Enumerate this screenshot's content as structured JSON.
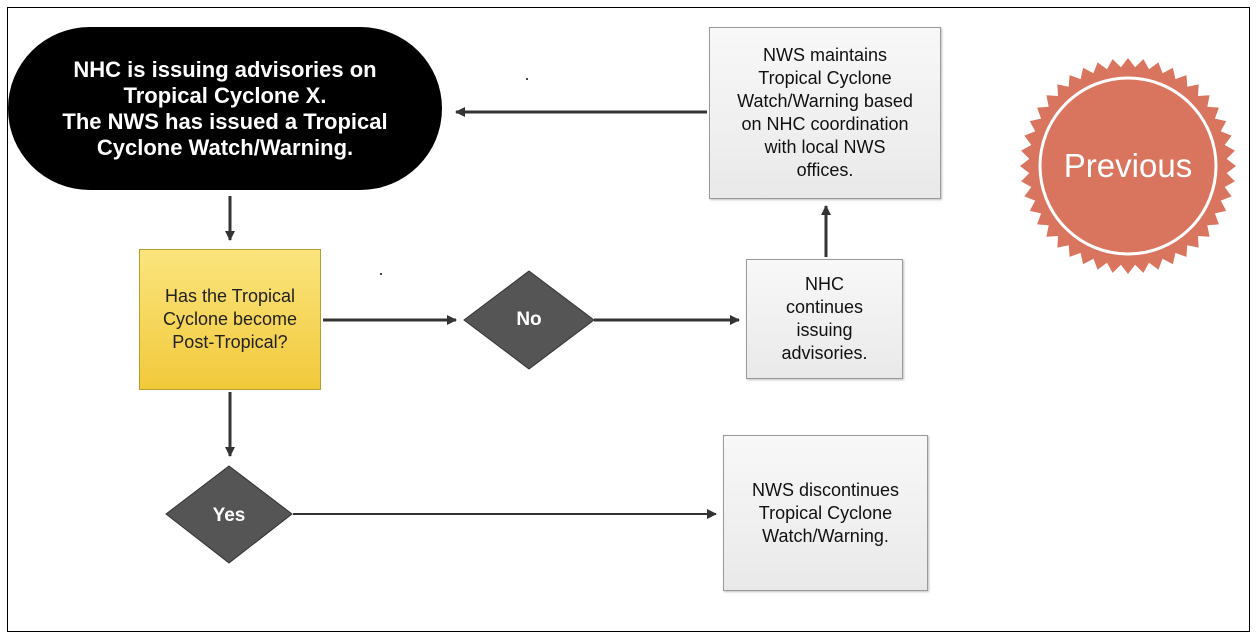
{
  "start_node": {
    "lines": [
      "NHC is issuing advisories on",
      "Tropical Cyclone X.",
      "The NWS has issued a Tropical",
      "Cyclone Watch/Warning."
    ]
  },
  "maintain_node": {
    "lines": [
      "NWS maintains",
      "Tropical Cyclone",
      "Watch/Warning based",
      "on NHC coordination",
      "with local NWS",
      "offices."
    ]
  },
  "question_node": {
    "lines": [
      "Has the Tropical",
      "Cyclone become",
      "Post-Tropical?"
    ]
  },
  "no_decision": {
    "label": "No"
  },
  "yes_decision": {
    "label": "Yes"
  },
  "continue_node": {
    "lines": [
      "NHC",
      "continues",
      "issuing",
      "advisories."
    ]
  },
  "discontinue_node": {
    "lines": [
      "NWS discontinues",
      "Tropical Cyclone",
      "Watch/Warning."
    ]
  },
  "previous_button": {
    "label": "Previous"
  },
  "colors": {
    "start_fill": "#000000",
    "decision_fill": "#f5d55a",
    "diamond_fill": "#555555",
    "box_fill": "#eeeeee",
    "previous_fill": "#d9755f",
    "arrow": "#333333"
  }
}
